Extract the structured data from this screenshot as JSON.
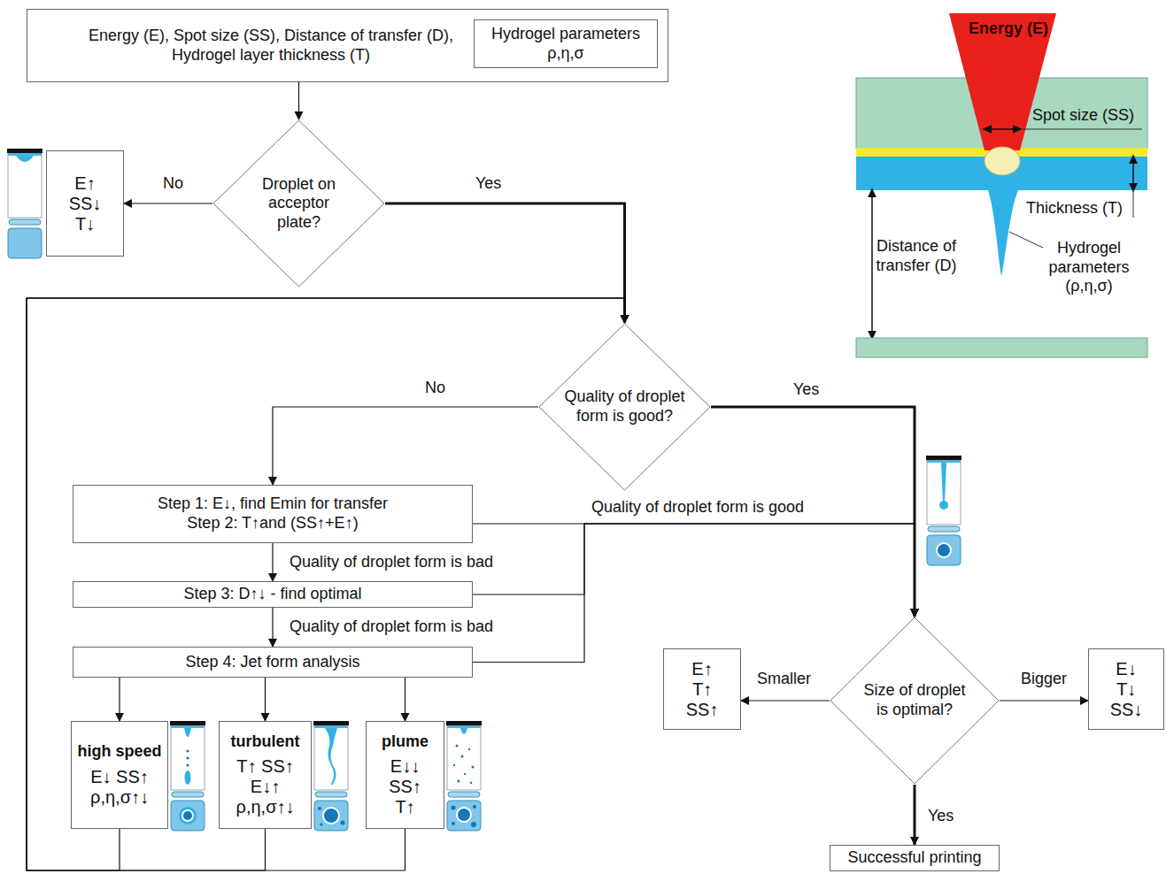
{
  "diagram": {
    "nodes": [
      {
        "text": [
          "Energy (E), Spot size (SS), Distance of transfer (D), Hydrogel layer thickness (T)"
        ]
      },
      {
        "text": [
          "Hydrogel parameters ρ,η,σ"
        ],
        "in": 0
      },
      {
        "text": [
          "Droplet on acceptor plate?"
        ]
      },
      {
        "text": [
          "E↑ SS↓ T↓"
        ]
      },
      {
        "text": [
          "Quality of droplet form is good?"
        ]
      },
      {
        "text": [
          "Step 1: E↓, find Emin for transfer",
          "Step 2: T↑and (SS↑+E↑)"
        ]
      },
      {
        "text": [
          "Step 3: D↑↓ - find optimal"
        ]
      },
      {
        "text": [
          "Step 4: Jet form analysis"
        ]
      },
      {
        "text": [
          "high speed",
          "E↓ SS↑ ρ,η,σ↑↓"
        ]
      },
      {
        "text": [
          "turbulent",
          "T↑ SS↑ E↓↑ ρ,η,σ↑↓"
        ]
      },
      {
        "text": [
          "plume",
          "E↓↓ SS↑ T↑"
        ]
      },
      {
        "text": [
          "Size of droplet is optimal?"
        ]
      },
      {
        "text": [
          "E↑ T↑ SS↑"
        ]
      },
      {
        "text": [
          "E↓ T↓ SS↓"
        ]
      },
      {
        "text": [
          "Successful printing"
        ]
      }
    ],
    "edges": [
      {
        "from": 0,
        "to": 2,
        "arrow": "to"
      },
      {
        "from": 2,
        "to": 3,
        "label": "No",
        "arrow": "to"
      },
      {
        "from": 2,
        "to": 4,
        "label": "Yes",
        "arrow": "to"
      },
      {
        "from": 4,
        "to": 5,
        "label": "No",
        "arrow": "to"
      },
      {
        "from": 4,
        "to": 11,
        "label": "Yes",
        "arrow": "to"
      },
      {
        "from": 5,
        "to": 11,
        "label": "Quality of droplet form is good",
        "arrow": "to"
      },
      {
        "from": 5,
        "to": 6,
        "label": "Quality of droplet form is bad",
        "arrow": "to"
      },
      {
        "from": 6,
        "to": 11,
        "arrow": "to"
      },
      {
        "from": 6,
        "to": 7,
        "label": "Quality of droplet form is bad",
        "arrow": "to"
      },
      {
        "from": 7,
        "to": 11,
        "arrow": "to"
      },
      {
        "from": 7,
        "to": 8,
        "arrow": "to"
      },
      {
        "from": 7,
        "to": 9,
        "arrow": "to"
      },
      {
        "from": 7,
        "to": 10,
        "arrow": "to"
      },
      {
        "from": 8,
        "to": 4,
        "arrow": "to"
      },
      {
        "from": 9,
        "to": 4,
        "arrow": "to"
      },
      {
        "from": 10,
        "to": 4,
        "arrow": "to"
      },
      {
        "from": 11,
        "to": 12,
        "label": "Smaller",
        "arrow": "to"
      },
      {
        "from": 11,
        "to": 13,
        "label": "Bigger",
        "arrow": "to"
      },
      {
        "from": 11,
        "to": 14,
        "label": "Yes",
        "arrow": "to"
      }
    ],
    "labels": [
      "Energy (E)",
      "Spot size (SS)",
      "Thickness (T)",
      "Distance of transfer (D)",
      "Hydrogel parameters (ρ,η,σ)"
    ]
  }
}
